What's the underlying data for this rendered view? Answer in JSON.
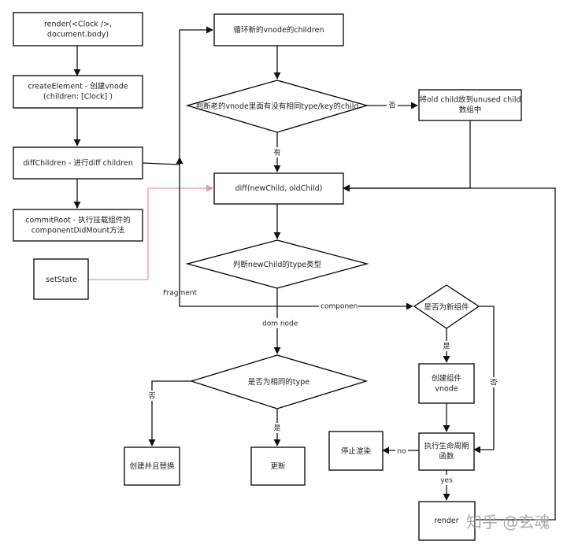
{
  "nodes": {
    "render": [
      "render(<Clock />,",
      "document.body)"
    ],
    "create_element": [
      "createElement - 创建vnode",
      "(children: [Clock] )"
    ],
    "diff_children": [
      "diffChildren - 进行diff children"
    ],
    "commit_root": [
      "commitRoot - 执行挂载组件的",
      "componentDidMount方法"
    ],
    "set_state": [
      "setState"
    ],
    "loop_children": [
      "循环新的vnode的children"
    ],
    "check_same": [
      "判断老的vnode里面有没有相同type/key的child"
    ],
    "put_unused": [
      "将old child放到unused child",
      "数组中"
    ],
    "diff_node": [
      "diff(newChild, oldChild)"
    ],
    "check_type": [
      "判断newChild的type类型"
    ],
    "is_new_comp": [
      "是否为新组件"
    ],
    "same_type": [
      "是否为相同的type"
    ],
    "create_comp": [
      "创建组件",
      "vnode"
    ],
    "lifecycle": [
      "执行生命周期",
      "函数"
    ],
    "stop_render": [
      "停止渲染"
    ],
    "render_node": [
      "render"
    ],
    "create_replace": [
      "创建并且替换"
    ],
    "update": [
      "更新"
    ]
  },
  "edge_labels": {
    "no_unused": "否",
    "yes_diff": "有",
    "fragment": "Fragment",
    "component": "componen",
    "dom_node": "dom node",
    "is_new_yes": "是",
    "is_new_no": "否",
    "same_no": "否",
    "same_yes": "是",
    "lifecycle_no": "no",
    "lifecycle_yes": "yes"
  },
  "watermark": "知乎 @玄魂",
  "colors": {
    "line": "#111111",
    "setstate_line": "#e79a9a",
    "box_border": "#000000"
  }
}
